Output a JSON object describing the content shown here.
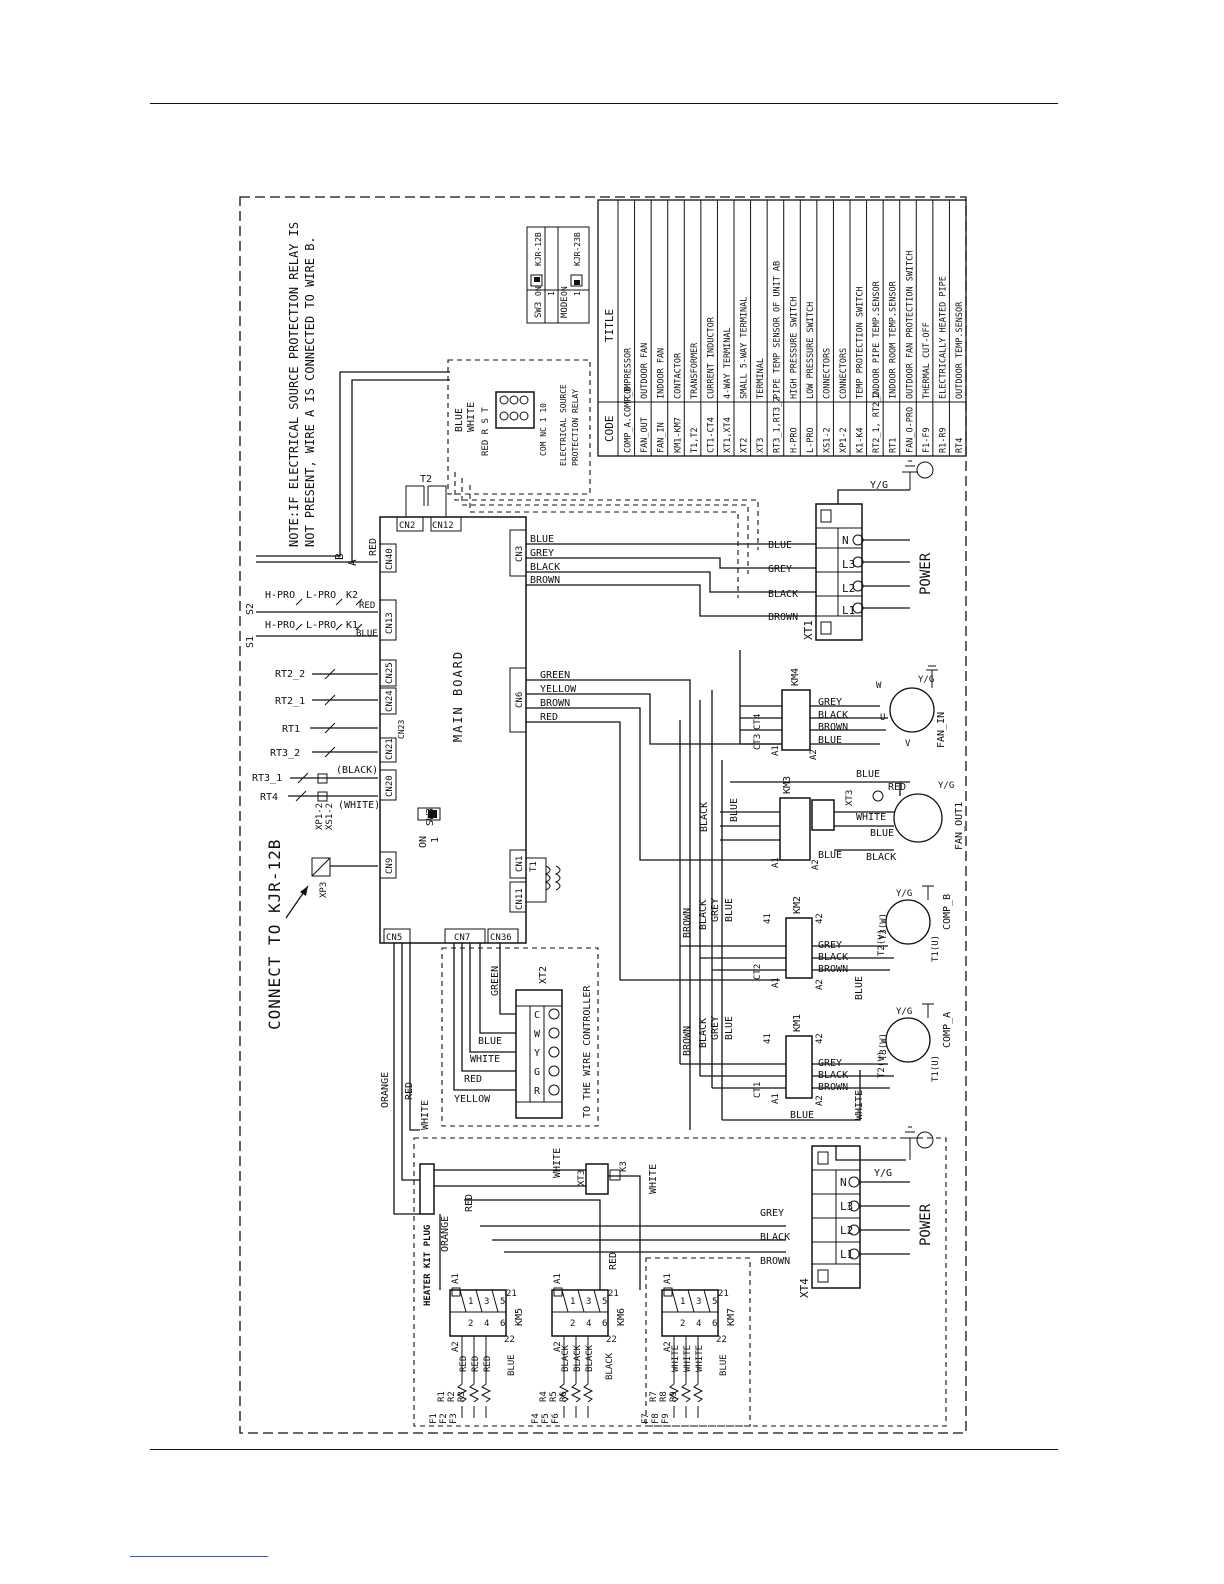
{
  "page": {
    "header_rule": true,
    "footer_rule": true
  },
  "note": {
    "line1": "NOTE:IF ELECTRICAL SOURCE PROTECTION RELAY IS",
    "line2": "NOT PRESENT, WIRE A IS CONNECTED TO WIRE B."
  },
  "connect_label": "CONNECT TO KJR-12B",
  "main_board": {
    "label": "MAIN BOARD",
    "sw3": "SW3",
    "sw3_on": "ON",
    "sw3_num": "1",
    "connectors_left": [
      "CN40",
      "CN13",
      "CN25",
      "CN24",
      "CN23",
      "CN21",
      "CN20",
      "CN9",
      "CN5"
    ],
    "connectors_top": [
      "CN2",
      "CN12"
    ],
    "connectors_right": [
      "CN3",
      "CN6",
      "CN1",
      "CN11"
    ],
    "connectors_bottom": [
      "CN7",
      "CN36"
    ]
  },
  "left_components": {
    "s2": "S2",
    "s1": "S1",
    "row_k2": [
      "H-PRO",
      "L-PRO",
      "K2"
    ],
    "row_k2_wire": "RED",
    "row_k1": [
      "H-PRO",
      "L-PRO",
      "K1"
    ],
    "row_k1_wire": "BLUE",
    "sensors": [
      "RT2_2",
      "RT2_1",
      "RT1",
      "RT3_2",
      "RT3_1",
      "RT4"
    ],
    "black": "(BLACK)",
    "white": "(WHITE)",
    "xp": "XP1-2",
    "xs": "XS1-2",
    "xp3": "XP3",
    "wire_b": "B",
    "wire_a": "A",
    "cn40_wire": "RED"
  },
  "relay": {
    "wires": [
      "BLUE",
      "WHITE"
    ],
    "red_rst": "RED R S T",
    "com_nc": "COM NC 1 10",
    "title1": "ELECTRICAL SOURCE",
    "title2": "PROTECTION RELAY",
    "t2": "T2"
  },
  "sw_box": {
    "sw3": "SW3",
    "mode": "MODE",
    "on1": "ON",
    "on2": "ON",
    "one1": "1",
    "one2": "1",
    "kjr12b": "KJR-12B",
    "kjr23b": "KJR-23B"
  },
  "legend": {
    "head_code": "CODE",
    "head_title": "TITLE",
    "rows": [
      [
        "COMP_A.COMP_B",
        "COMPRESSOR"
      ],
      [
        "FAN_OUT",
        "OUTDOOR FAN"
      ],
      [
        "FAN_IN",
        "INDOOR FAN"
      ],
      [
        "KM1-KM7",
        "CONTACTOR"
      ],
      [
        "T1,T2",
        "TRANSFORMER"
      ],
      [
        "CT1-CT4",
        "CURRENT INDUCTOR"
      ],
      [
        "XT1,XT4",
        "4-WAY TERMINAL"
      ],
      [
        "XT2",
        "SMALL 5-WAY TERMINAL"
      ],
      [
        "XT3",
        "TERMINAL"
      ],
      [
        "RT3_1,RT3_2",
        "PIPE TEMP SENSOR OF UNIT AB"
      ],
      [
        "H-PRO",
        "HIGH PRESSURE SWITCH"
      ],
      [
        "L-PRO",
        "LOW PRESSURE SWITCH"
      ],
      [
        "XS1-2",
        "CONNECTORS"
      ],
      [
        "XP1-2",
        "CONNECTORS"
      ],
      [
        "K1-K4",
        "TEMP PROTECTION SWITCH"
      ],
      [
        "RT2_1, RT2_2",
        "INDOOR PIPE TEMP.SENSOR"
      ],
      [
        "RT1",
        "INDOOR ROOM TEMP.SENSOR"
      ],
      [
        "FAN_O-PRO",
        "OUTDOOR FAN PROTECTION SWITCH"
      ],
      [
        "F1-F9",
        "THERMAL CUT-OFF"
      ],
      [
        "R1-R9",
        "ELECTRICALLY HEATED PIPE"
      ],
      [
        "RT4",
        "OUTDOOR TEMP.SENSOR"
      ]
    ]
  },
  "cn3_wires": [
    "BLUE",
    "GREY",
    "BLACK",
    "BROWN"
  ],
  "cn6_wires": [
    "GREEN",
    "YELLOW",
    "BROWN",
    "RED"
  ],
  "xt1": {
    "label": "XT1",
    "power": "POWER",
    "yg": "Y/G",
    "terminals": [
      "L1",
      "L2",
      "L3",
      "N"
    ],
    "wires": [
      "BLUE",
      "GREY",
      "BLACK",
      "BROWN"
    ]
  },
  "km4": {
    "label": "KM4",
    "wires": [
      "GREY",
      "BLACK",
      "BROWN",
      "BLUE"
    ],
    "ct": "CT4",
    "ct2": "CT3",
    "a1": "A1",
    "a2": "A2",
    "fan": "FAN_IN",
    "yg": "Y/G",
    "w": "W",
    "u": "U",
    "v": "V"
  },
  "km3": {
    "label": "KM3",
    "xt3": "XT3",
    "fan": "FAN_OUT1",
    "yg": "Y/G",
    "blue_top": "BLUE",
    "red": "RED",
    "white": "WHITE",
    "blue": "BLUE",
    "black": "BLACK",
    "blue2": "BLUE",
    "black_v": "BLACK",
    "blue_v": "BLUE",
    "a1": "A1",
    "a2": "A2"
  },
  "km2": {
    "label": "KM2",
    "n41": "41",
    "n42": "42",
    "wires": [
      "GREY",
      "BLACK",
      "BROWN"
    ],
    "blue": "BLUE",
    "ct": "CT2",
    "comp": "COMP_B",
    "yg": "Y/G",
    "t3": "T3(W)",
    "t2": "T2(V)",
    "t1": "T1(U)",
    "v_wires": [
      "BROWN",
      "BLACK",
      "GREY",
      "BLUE"
    ],
    "a1": "A1",
    "a2": "A2"
  },
  "km1": {
    "label": "KM1",
    "n41": "41",
    "n42": "42",
    "wires": [
      "GREY",
      "BLACK",
      "BROWN"
    ],
    "blue": "BLUE",
    "ct": "CT1",
    "comp": "COMP_A",
    "yg": "Y/G",
    "t3": "T3(W)",
    "t2": "T2(V)",
    "t1": "T1(U)",
    "v_wires": [
      "BROWN",
      "BLACK",
      "GREY",
      "BLUE"
    ],
    "a1": "A1",
    "a2": "A2",
    "white": "WHITE"
  },
  "xt2": {
    "label": "XT2",
    "terminals": [
      "C",
      "W",
      "Y",
      "G",
      "R"
    ],
    "wires": [
      "GREEN",
      "BLUE",
      "WHITE",
      "RED",
      "YELLOW"
    ],
    "caption": "TO THE WIRE CONTROLLER"
  },
  "cn5_wires": [
    "ORANGE",
    "RED",
    "WHITE"
  ],
  "heater": {
    "plug": "HEATER KIT PLUG",
    "orange": "ORANGE",
    "red": "RED",
    "white1": "WHITE",
    "white2": "WHITE",
    "xt3": "XT3",
    "k3": "K3",
    "red_km6": "RED"
  },
  "xt4": {
    "label": "XT4",
    "power": "POWER",
    "yg": "Y/G",
    "terminals": [
      "L1",
      "L2",
      "L3",
      "N"
    ],
    "wires": [
      "GREY",
      "BLACK",
      "BROWN"
    ]
  },
  "km5": {
    "label": "KM5",
    "a1": "A1",
    "a2": "A2",
    "n21": "21",
    "n22": "22",
    "pins": [
      "1",
      "2",
      "3",
      "4",
      "5",
      "6"
    ],
    "wires": [
      "RED",
      "RED",
      "RED"
    ],
    "blue": "BLUE",
    "r": [
      "R1",
      "R2",
      "R3"
    ],
    "f": [
      "F1",
      "F2",
      "F3"
    ]
  },
  "km6": {
    "label": "KM6",
    "a1": "A1",
    "a2": "A2",
    "n21": "21",
    "n22": "22",
    "pins": [
      "1",
      "2",
      "3",
      "4",
      "5",
      "6"
    ],
    "wires": [
      "BLACK",
      "BLACK",
      "BLACK"
    ],
    "black": "BLACK",
    "r": [
      "R4",
      "R5",
      "R6"
    ],
    "f": [
      "F4",
      "F5",
      "F6"
    ]
  },
  "km7": {
    "label": "KM7",
    "a1": "A1",
    "a2": "A2",
    "n21": "21",
    "n22": "22",
    "pins": [
      "1",
      "2",
      "3",
      "4",
      "5",
      "6"
    ],
    "wires": [
      "WHITE",
      "WHITE",
      "WHITE"
    ],
    "blue": "BLUE",
    "r": [
      "R7",
      "R8",
      "R9"
    ],
    "f": [
      "F7",
      "F8",
      "F9"
    ]
  }
}
